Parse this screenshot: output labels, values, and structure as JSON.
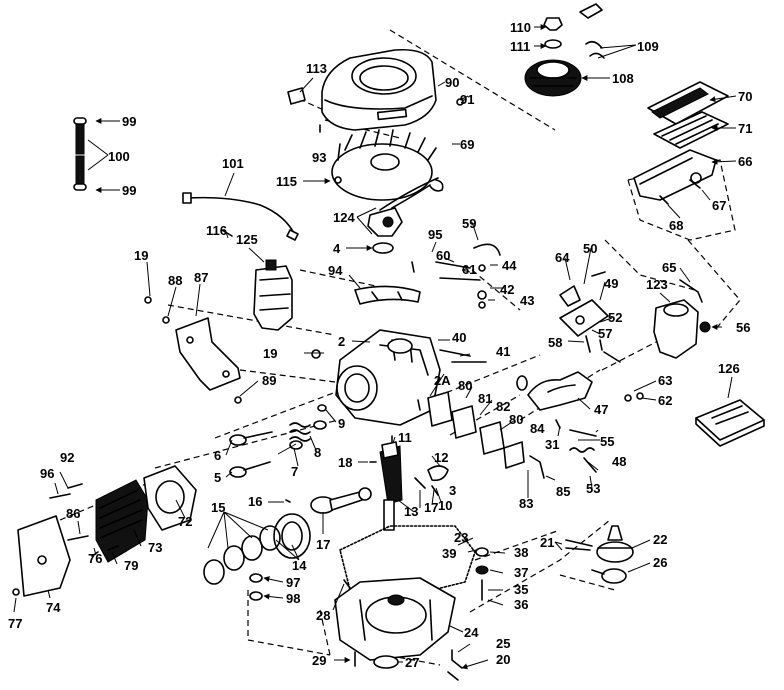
{
  "labels": {
    "l2": "2",
    "l2a": "2A",
    "l3": "3",
    "l4": "4",
    "l5": "5",
    "l6": "6",
    "l7": "7",
    "l8": "8",
    "l9": "9",
    "l10": "10",
    "l11": "11",
    "l12": "12",
    "l13": "13",
    "l14": "14",
    "l15": "15",
    "l16": "16",
    "l17a": "17",
    "l17b": "17",
    "l18": "18",
    "l19a": "19",
    "l19b": "19",
    "l20": "20",
    "l21": "21",
    "l22": "22",
    "l23": "23",
    "l24": "24",
    "l25": "25",
    "l26": "26",
    "l27": "27",
    "l28": "28",
    "l29": "29",
    "l31": "31",
    "l35": "35",
    "l36": "36",
    "l37": "37",
    "l38": "38",
    "l39": "39",
    "l40": "40",
    "l41": "41",
    "l42": "42",
    "l43": "43",
    "l44": "44",
    "l47": "47",
    "l48": "48",
    "l49": "49",
    "l50": "50",
    "l52": "52",
    "l53": "53",
    "l55": "55",
    "l56": "56",
    "l57": "57",
    "l58": "58",
    "l59": "59",
    "l60": "60",
    "l61": "61",
    "l62": "62",
    "l63": "63",
    "l64": "64",
    "l65": "65",
    "l66": "66",
    "l67": "67",
    "l68": "68",
    "l69": "69",
    "l70": "70",
    "l71": "71",
    "l72": "72",
    "l73": "73",
    "l74": "74",
    "l76": "76",
    "l77": "77",
    "l79": "79",
    "l80a": "80",
    "l80b": "80",
    "l81": "81",
    "l82": "82",
    "l83": "83",
    "l84": "84",
    "l85": "85",
    "l86": "86",
    "l87": "87",
    "l88": "88",
    "l89": "89",
    "l90": "90",
    "l91": "91",
    "l92": "92",
    "l93": "93",
    "l94": "94",
    "l95": "95",
    "l96": "96",
    "l97": "97",
    "l98": "98",
    "l99a": "99",
    "l99b": "99",
    "l100": "100",
    "l101": "101",
    "l108": "108",
    "l109": "109",
    "l110": "110",
    "l111": "111",
    "l113": "113",
    "l115": "115",
    "l116": "116",
    "l123": "123",
    "l124": "124",
    "l125": "125",
    "l126": "126"
  }
}
